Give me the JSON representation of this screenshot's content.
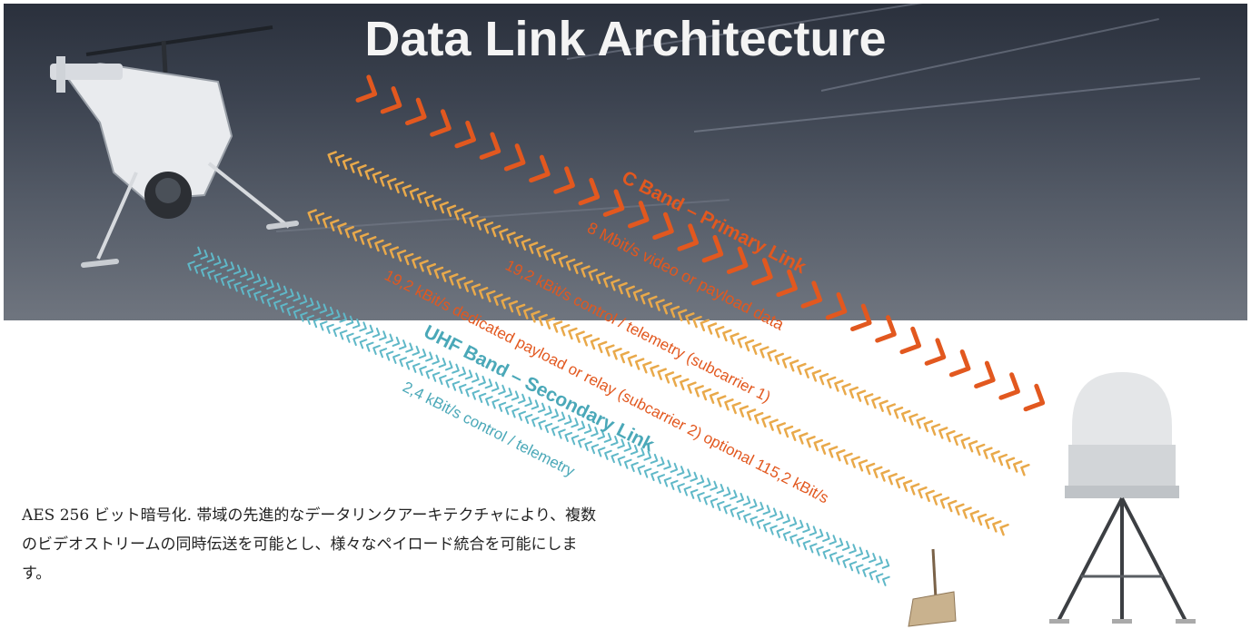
{
  "title": "Data Link Architecture",
  "links": {
    "c_band_title": "C Band – Primary Link",
    "c_band_video": "8 Mbit/s video or payload data",
    "c_band_control": "19,2 kBit/s control / telemetry (subcarrier 1)",
    "c_band_payload": "19,2 kBit/s dedicated payload or relay (subcarrier 2) optional 115,2 kBit/s",
    "uhf_title": "UHF Band – Secondary Link",
    "uhf_control": "2,4 kBit/s control / telemetry"
  },
  "caption": "AES 256 ビット暗号化. 帯域の先進的なデータリンクアーキテクチャにより、複数のビデオストリームの同時伝送を可能とし、様々なペイロード統合を可能にします。",
  "colors": {
    "c_band": "#e2581f",
    "subcarrier": "#e9a94a",
    "uhf": "#5fb8c8"
  },
  "icons": [
    "helicopter-drone-icon",
    "ground-antenna-icon",
    "ground-station-dome-icon"
  ]
}
